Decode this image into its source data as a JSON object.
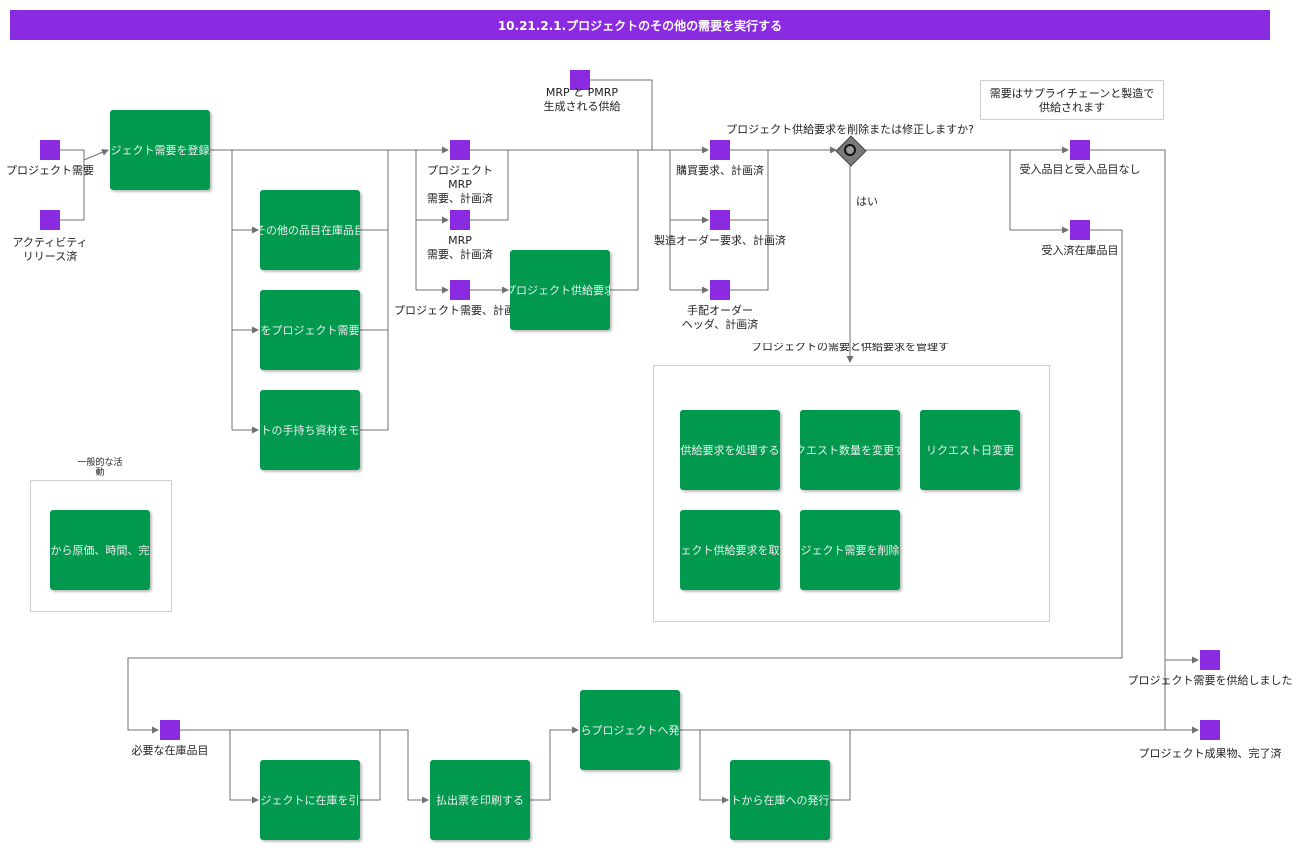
{
  "title": "10.21.2.1.プロジェクトのその他の需要を実行する",
  "objects": {
    "project_demand": "プロジェクト需要",
    "activity_released": "アクティビティ\nリリース済",
    "mrp_pmrp_supply": "MRP と PMRP\n生成される供給",
    "project_mrp_demand": "プロジェクト\nMRP\n需要、計画済",
    "mrp_demand": "MRP\n需要、計画済",
    "project_demand_planned": "プロジェクト需要、計画済",
    "purchase_req": "購買要求、計画済",
    "mfg_order_req": "製造オーダー要求、計画済",
    "arrange_order": "手配オーダー\nヘッダ、計画済",
    "no_received": "受入品目と受入品目なし",
    "received_stock": "受入済在庫品目",
    "required_stock": "必要な在庫品目",
    "demand_supplied": "プロジェクト需要を供給しました",
    "deliverable_done": "プロジェクト成果物、完了済"
  },
  "tasks": {
    "register": "ジェクト需要を登録",
    "other_stock": "その他の品目在庫品目",
    "to_project_demand": "をプロジェクト需要",
    "on_hand": "トの手持ち資材をモ",
    "supply_request": "プロジェクト供給要求",
    "process_supply": "供給要求を処理する",
    "change_qty": "クエスト数量を変更す",
    "change_date": "リクエスト日変更",
    "cancel_supply": "ェクト供給要求を取",
    "delete_demand": "ジェクト需要を削除",
    "reserve_stock": "ジェクトに在庫を引",
    "print_slip": "払出票を印刷する",
    "issue_to_project": "らプロジェクトへ発",
    "issue_to_stock": "トから在庫への発行",
    "general": "から原価、時間、完"
  },
  "gateway_question": "プロジェクト供給要求を削除または修正しますか?",
  "gateway_yes": "はい",
  "subprocess_label": "プロジェクトの需要と供給要求を管理す",
  "general_label": "一般的な活\n動",
  "note": "需要はサプライチェーンと製造で\n供給されます",
  "colors": {
    "header": "#8a2be2",
    "task": "#00994d",
    "object": "#8a2be2",
    "connector": "#707070"
  }
}
